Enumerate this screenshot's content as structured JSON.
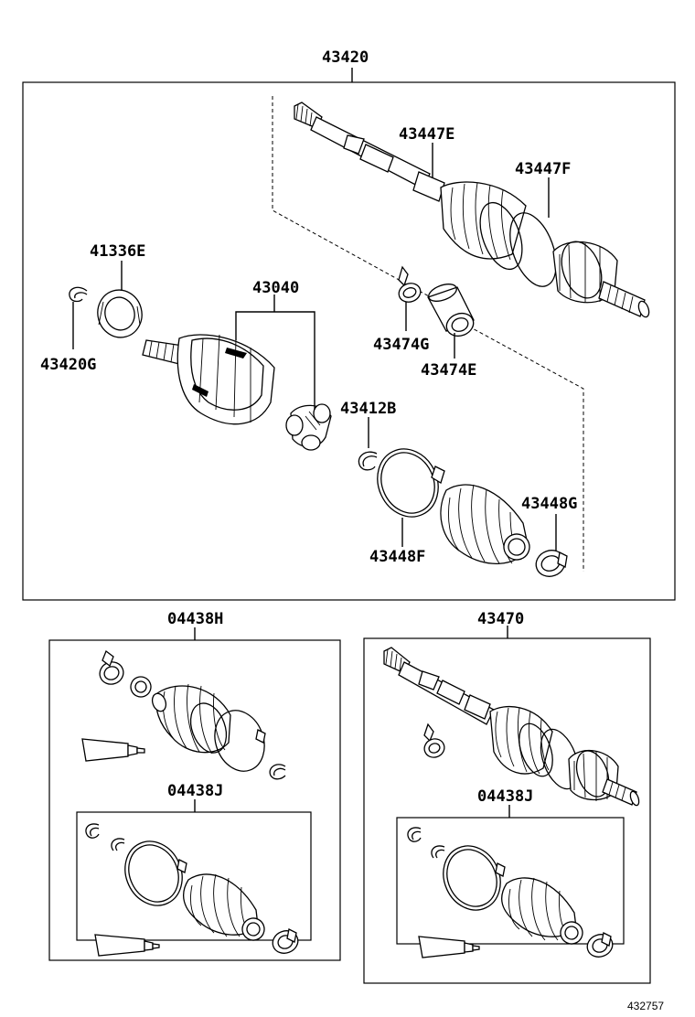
{
  "labels": {
    "l43420": "43420",
    "l43447E": "43447E",
    "l43447F": "43447F",
    "l41336E": "41336E",
    "l43040": "43040",
    "l43420G": "43420G",
    "l43474G": "43474G",
    "l43474E": "43474E",
    "l43412B": "43412B",
    "l43448G": "43448G",
    "l43448F": "43448F",
    "l04438H": "04438H",
    "l04438J_left": "04438J",
    "l43470": "43470",
    "l04438J_right": "04438J"
  },
  "figure_number": "432757"
}
